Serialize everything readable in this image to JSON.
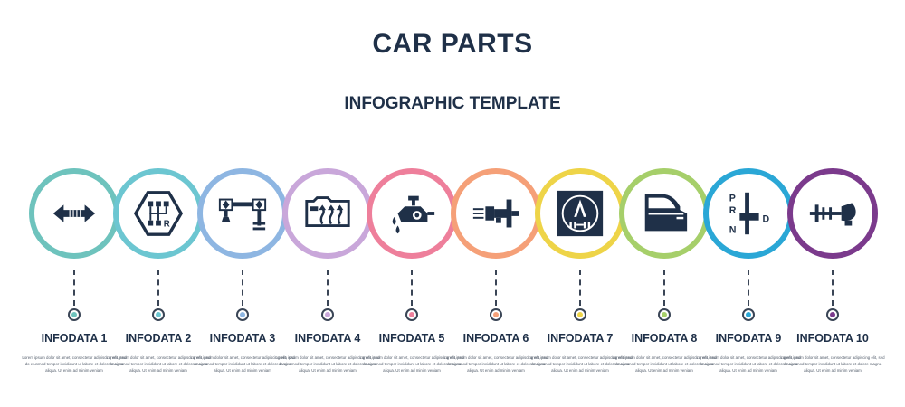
{
  "header": {
    "title": "CAR PARTS",
    "subtitle": "INFOGRAPHIC TEMPLATE"
  },
  "steps": [
    {
      "label": "INFODATA 1",
      "desc": "Lorem ipsum dolor sit amet, consectetur adipiscing elit, sed do eiusmod tempor incididunt ut labore et dolore magna aliqua. Ut enim ad minim veniam",
      "color": "#6ec3bd",
      "icon": "double-arrow-icon"
    },
    {
      "label": "INFODATA 2",
      "desc": "Lorem ipsum dolor sit amet, consectetur adipiscing elit, sed do eiusmod tempor incididunt ut labore et dolore magna aliqua. Ut enim ad minim veniam",
      "color": "#6cc6d1",
      "icon": "gear-shift-pattern-icon"
    },
    {
      "label": "INFODATA 3",
      "desc": "Lorem ipsum dolor sit amet, consectetur adipiscing elit, sed do eiusmod tempor incididunt ut labore et dolore magna aliqua. Ut enim ad minim veniam",
      "color": "#8eb6e2",
      "icon": "pedals-icon"
    },
    {
      "label": "INFODATA 4",
      "desc": "Lorem ipsum dolor sit amet, consectetur adipiscing elit, sed do eiusmod tempor incididunt ut labore et dolore magna aliqua. Ut enim ad minim veniam",
      "color": "#c9a7da",
      "icon": "windshield-defroster-icon"
    },
    {
      "label": "INFODATA 5",
      "desc": "Lorem ipsum dolor sit amet, consectetur adipiscing elit, sed do eiusmod tempor incididunt ut labore et dolore magna aliqua. Ut enim ad minim veniam",
      "color": "#ee7f9b",
      "icon": "oil-pump-icon"
    },
    {
      "label": "INFODATA 6",
      "desc": "Lorem ipsum dolor sit amet, consectetur adipiscing elit, sed do eiusmod tempor incididunt ut labore et dolore magna aliqua. Ut enim ad minim veniam",
      "color": "#f5a078",
      "icon": "exhaust-icon"
    },
    {
      "label": "INFODATA 7",
      "desc": "Lorem ipsum dolor sit amet, consectetur adipiscing elit, sed do eiusmod tempor incididunt ut labore et dolore magna aliqua. Ut enim ad minim veniam",
      "color": "#eed448",
      "icon": "gauge-icon"
    },
    {
      "label": "INFODATA 8",
      "desc": "Lorem ipsum dolor sit amet, consectetur adipiscing elit, sed do eiusmod tempor incididunt ut labore et dolore magna aliqua. Ut enim ad minim veniam",
      "color": "#a6cf6a",
      "icon": "car-door-icon"
    },
    {
      "label": "INFODATA 9",
      "desc": "Lorem ipsum dolor sit amet, consectetur adipiscing elit, sed do eiusmod tempor incididunt ut labore et dolore magna aliqua. Ut enim ad minim veniam",
      "color": "#2aa7d6",
      "icon": "automatic-gearbox-icon"
    },
    {
      "label": "INFODATA 10",
      "desc": "Lorem ipsum dolor sit amet, consectetur adipiscing elit, sed do eiusmod tempor incididunt ut labore et dolore magna aliqua. Ut enim ad minim veniam",
      "color": "#7b3a8c",
      "icon": "drive-shaft-icon"
    }
  ]
}
